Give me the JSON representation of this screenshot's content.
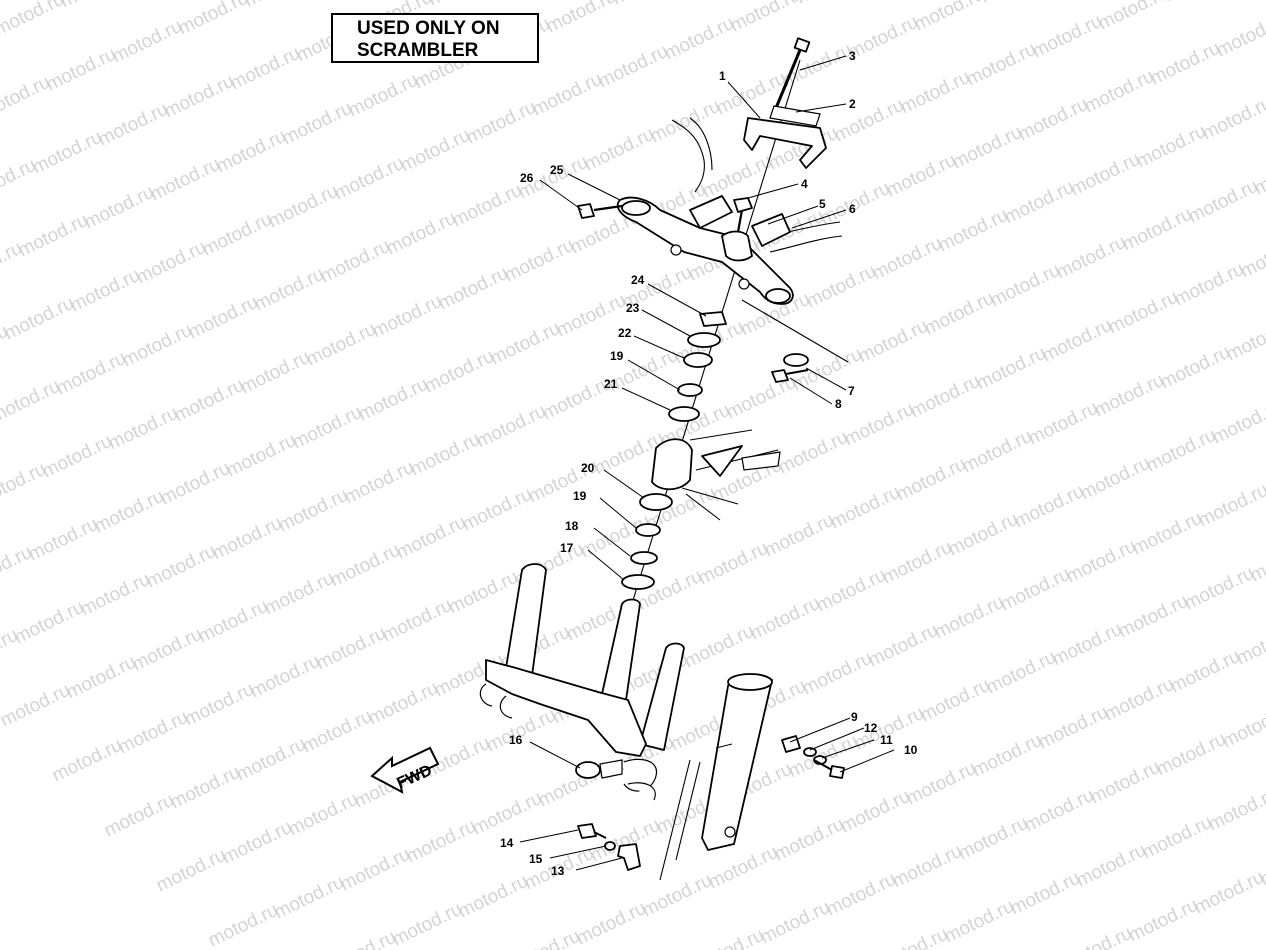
{
  "watermark": "motod.ru",
  "note": {
    "line1": "USED ONLY ON",
    "line2": "SCRAMBLER"
  },
  "direction_arrow": {
    "label": "FWD"
  },
  "callouts": {
    "c1": "1",
    "c2": "2",
    "c3": "3",
    "c4": "4",
    "c5": "5",
    "c6": "6",
    "c7": "7",
    "c8": "8",
    "c9": "9",
    "c10": "10",
    "c11": "11",
    "c12": "12",
    "c13": "13",
    "c14": "14",
    "c15": "15",
    "c16": "16",
    "c17": "17",
    "c18": "18",
    "c19a": "19",
    "c19b": "19",
    "c20": "20",
    "c21": "21",
    "c22": "22",
    "c23": "23",
    "c24": "24",
    "c25": "25",
    "c26": "26"
  }
}
